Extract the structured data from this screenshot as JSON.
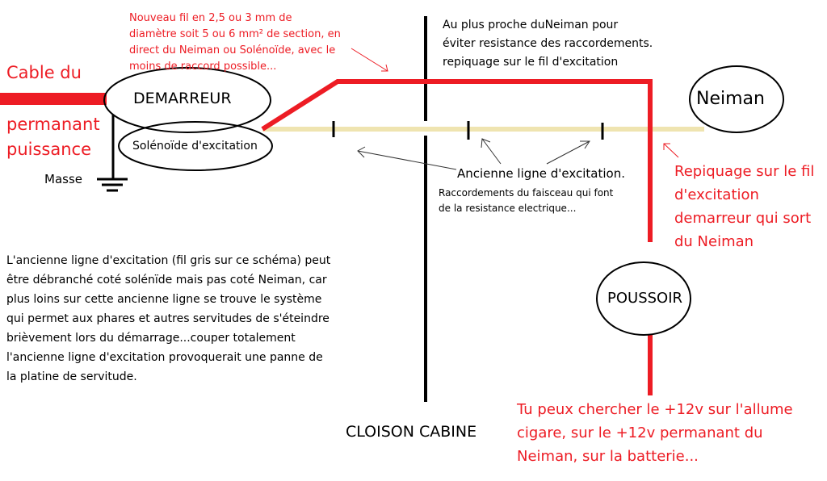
{
  "colors": {
    "wire_red": "#ed1c24",
    "old_line": "#efe4b0",
    "black": "#000000"
  },
  "labels": {
    "cable_l1": "Cable  du",
    "cable_l2": "permanant",
    "cable_l3": "puissance",
    "demarreur": "DEMARREUR",
    "solenoide": "Solénoïde d'excitation",
    "masse": "Masse",
    "neiman": "Neiman",
    "poussoir": "POUSSOIR",
    "cloison": "CLOISON CABINE"
  },
  "notes": {
    "nouveau_fil": [
      "Nouveau fil en 2,5 ou 3 mm de",
      "diamètre soit 5 ou 6 mm² de section, en",
      "direct du Neiman ou Solénoïde, avec le",
      "moins de raccord possible..."
    ],
    "au_plus_proche": [
      "Au plus proche duNeiman pour",
      "éviter resistance des raccordements.",
      "repiquage sur le fil d'excitation"
    ],
    "ancienne_ligne_title": "Ancienne ligne d'excitation.",
    "ancienne_ligne_detail": [
      "Raccordements du faisceau qui font",
      "de la resistance electrique..."
    ],
    "repiquage": [
      "Repiquage sur le fil",
      "d'excitation",
      "demarreur qui sort",
      "du Neiman"
    ],
    "explication": [
      "L'ancienne ligne d'excitation (fil gris sur ce schéma) peut",
      "être débranché coté solénïde mais pas coté Neiman, car",
      "plus loins sur cette ancienne ligne se trouve le système",
      "qui permet aux phares et autres servitudes de s'éteindre",
      "brièvement lors du démarrage...couper totalement",
      "l'ancienne ligne d'excitation provoquerait une panne de",
      "la platine de servitude."
    ],
    "plus12v": [
      "Tu peux chercher le +12v sur l'allume",
      "cigare, sur le +12v permanant du",
      "Neiman, sur la batterie..."
    ]
  }
}
